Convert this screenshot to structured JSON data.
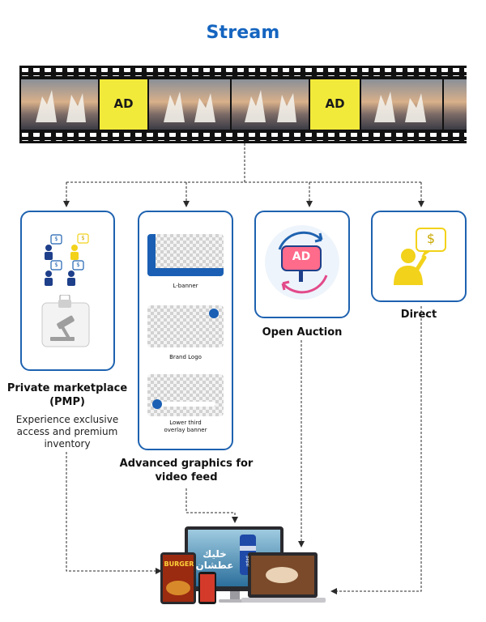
{
  "title": "Stream",
  "film": {
    "ad_left": "AD",
    "ad_right": "AD",
    "ad_color": "#f2ea3a"
  },
  "colors": {
    "accent": "#1565c0",
    "card_border": "#1e62b0",
    "arrow": "#2a2a2a",
    "person": "#f2d21a"
  },
  "pmp": {
    "title_line1": "Private marketplace",
    "title_line2": "(PMP)",
    "desc_line1": "Experience exclusive",
    "desc_line2": "access and premium",
    "desc_line3": "inventory",
    "dollar": "$"
  },
  "graphics": {
    "l_banner": "L-banner",
    "brand_logo": "Brand Logo",
    "lower_third_line1": "Lower third",
    "lower_third_line2": "overlay banner",
    "title_line1": "Advanced graphics for",
    "title_line2": "video feed"
  },
  "auction": {
    "icon_text": "AD",
    "title": "Open Auction"
  },
  "direct": {
    "dollar": "$",
    "title": "Direct"
  },
  "devices": {
    "tv_text": "خليك عطشان",
    "burger_text": "BURGER",
    "can_text": "pepsi"
  }
}
